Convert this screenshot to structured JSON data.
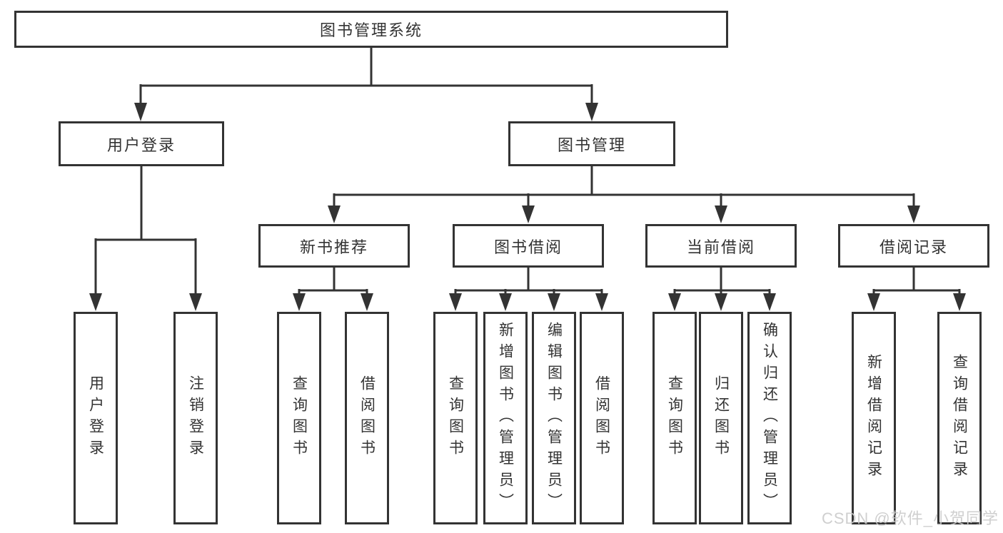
{
  "nodes": {
    "root": {
      "label": "图书管理系统"
    },
    "level2": [
      {
        "label": "用户登录"
      },
      {
        "label": "图书管理"
      }
    ],
    "level3": [
      {
        "label": "新书推荐"
      },
      {
        "label": "图书借阅"
      },
      {
        "label": "当前借阅"
      },
      {
        "label": "借阅记录"
      }
    ],
    "leaves": [
      {
        "label": "用户登录"
      },
      {
        "label": "注销登录"
      },
      {
        "label": "查询图书"
      },
      {
        "label": "借阅图书"
      },
      {
        "label": "查询图书"
      },
      {
        "label": "新增图书（管理员）"
      },
      {
        "label": "编辑图书（管理员）"
      },
      {
        "label": "借阅图书"
      },
      {
        "label": "查询图书"
      },
      {
        "label": "归还图书"
      },
      {
        "label": "确认归还（管理员）"
      },
      {
        "label": "新增借阅记录"
      },
      {
        "label": "查询借阅记录"
      }
    ]
  },
  "watermark": {
    "text": "CSDN @软件_小贺同学"
  },
  "colors": {
    "line": "#333333",
    "text": "#333333",
    "box_background": "#ffffff",
    "watermark": "#cacaca"
  }
}
